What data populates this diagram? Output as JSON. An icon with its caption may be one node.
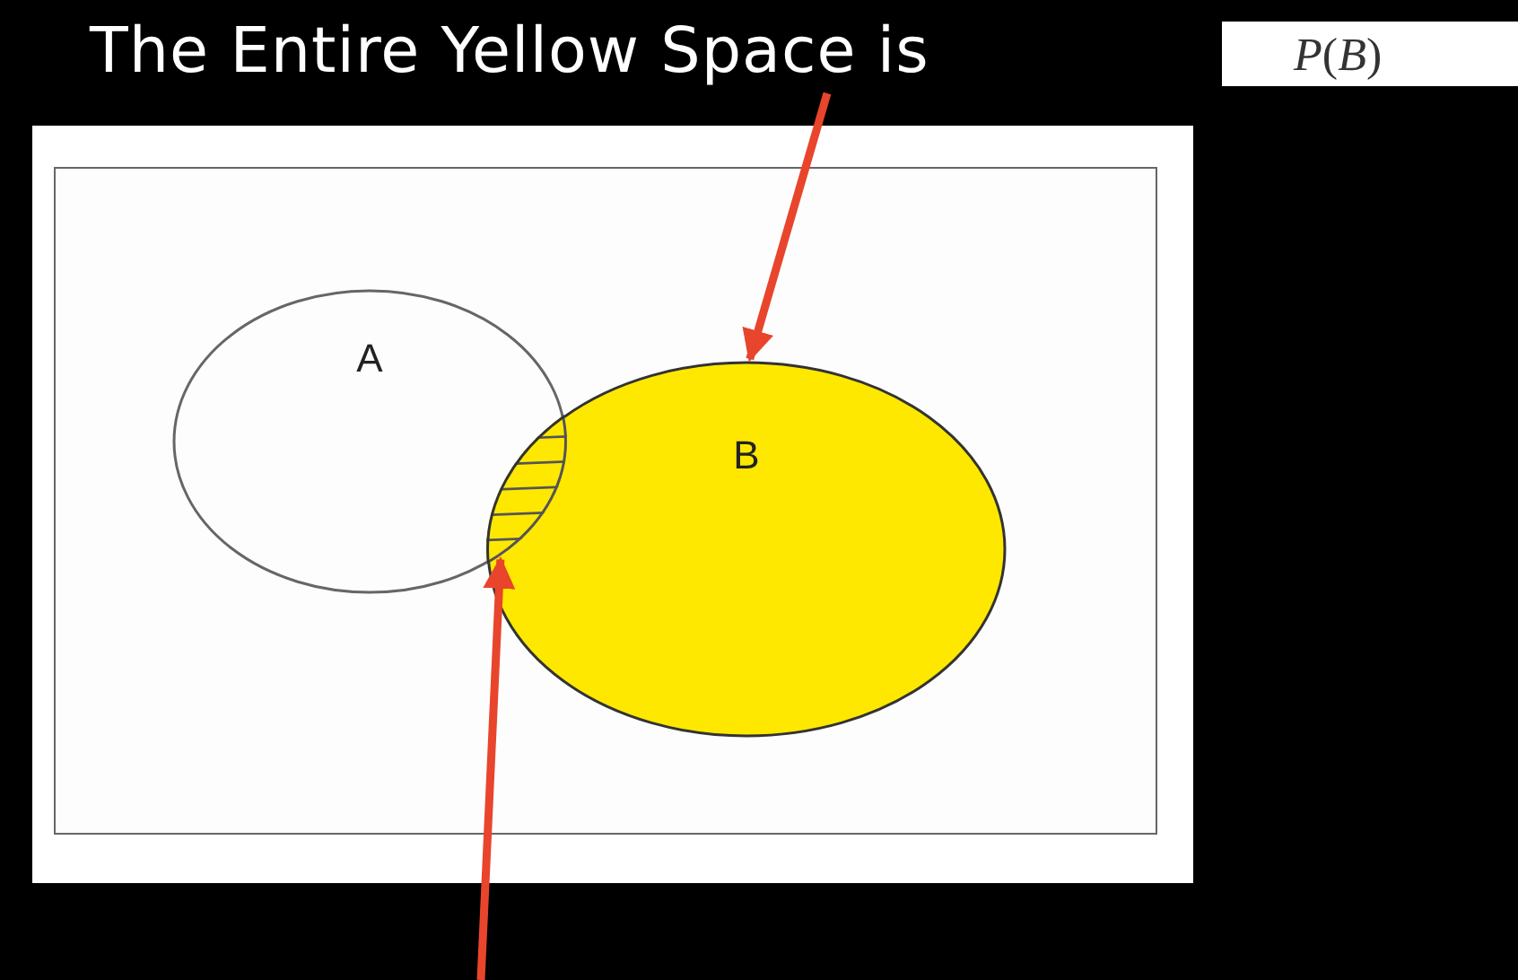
{
  "diagram": {
    "nodes": [
      {
        "text": [
          "The Entire Yellow Space is"
        ]
      },
      {
        "text": [
          "*P*(*B*)"
        ]
      },
      {
        "text": [],
        "shape": "box"
      },
      {
        "text": [
          "A"
        ],
        "in": 2
      },
      {
        "text": [
          "B"
        ],
        "in": 2
      },
      {
        "text": [],
        "shape": "lens",
        "in": 2
      }
    ],
    "edges": [
      {
        "from": 0,
        "to": 4,
        "arrow": "to"
      },
      {
        "from": null,
        "to": 5,
        "arrow": "to"
      }
    ]
  }
}
